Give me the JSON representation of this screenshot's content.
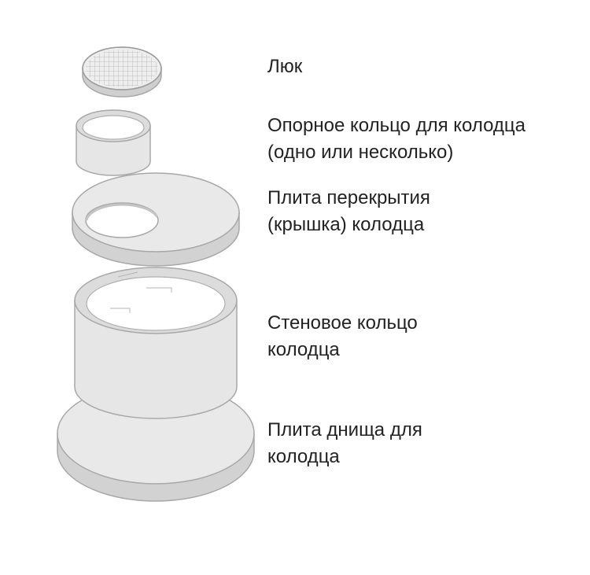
{
  "parts": {
    "hatch": {
      "lines": [
        "Люк"
      ]
    },
    "support_ring": {
      "lines": [
        "Опорное кольцо для колодца",
        "(одно или несколько)"
      ]
    },
    "cover_slab": {
      "lines": [
        "Плита перекрытия",
        "(крышка) колодца"
      ]
    },
    "wall_ring": {
      "lines": [
        "Стеновое кольцо",
        "колодца"
      ]
    },
    "bottom_slab": {
      "lines": [
        "Плита днища для",
        "колодца"
      ]
    }
  },
  "colors": {
    "concrete_face": "#e9e9e9",
    "concrete_side": "#d2d2d2",
    "outline": "#a8a8a8",
    "hole": "#ffffff",
    "text": "#222222"
  }
}
